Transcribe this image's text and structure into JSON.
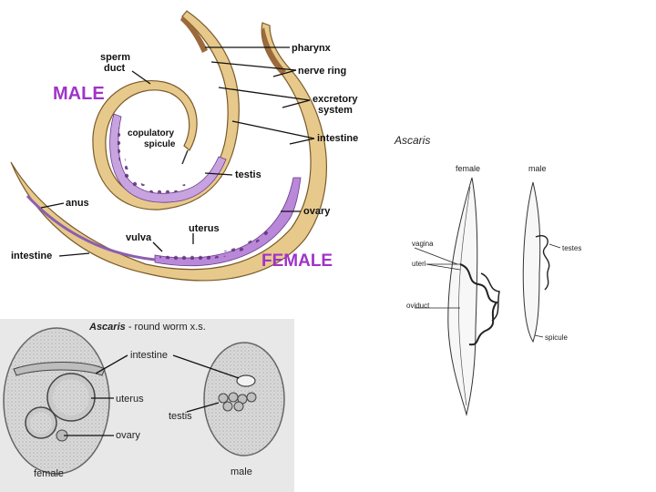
{
  "top_diagram": {
    "male_title": "MALE",
    "female_title": "FEMALE",
    "labels": {
      "sperm_duct_1": "sperm",
      "sperm_duct_2": "duct",
      "copulatory_1": "copulatory",
      "copulatory_2": "spicule",
      "testis": "testis",
      "pharynx": "pharynx",
      "nerve_ring": "nerve ring",
      "excretory_1": "excretory",
      "excretory_2": "system",
      "intestine_upper": "intestine",
      "ovary": "ovary",
      "uterus": "uterus",
      "vulva": "vulva",
      "anus": "anus",
      "intestine_lower": "intestine"
    },
    "colors": {
      "title": "#a033c8",
      "body": "#e7c98c",
      "organ": "#b988d8",
      "pharynx": "#9c6a3a"
    }
  },
  "right_diagram": {
    "title": "Ascaris",
    "female": "female",
    "male": "male",
    "vagina": "vagina",
    "uteri": "uteri",
    "oviduct": "oviduct",
    "testes": "testes",
    "spicule": "spicule"
  },
  "bottom_diagram": {
    "title_italic": "Ascaris",
    "title_rest": " - round worm x.s.",
    "intestine": "intestine",
    "uterus": "uterus",
    "testis": "testis",
    "ovary": "ovary",
    "female": "female",
    "male": "male"
  }
}
